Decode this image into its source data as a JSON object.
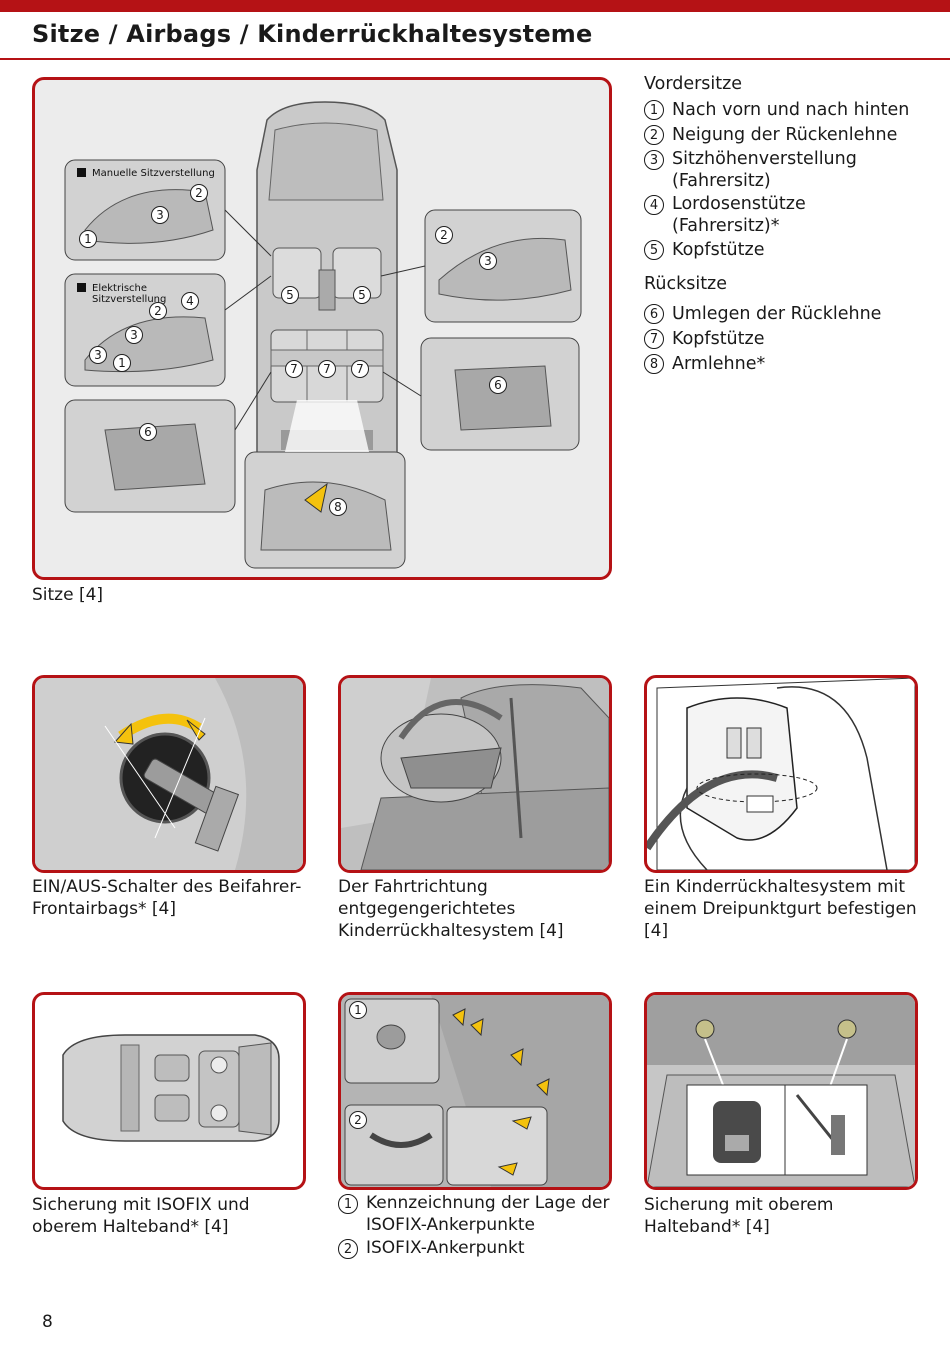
{
  "header": {
    "title": "Sitze / Airbags / Kinderrückhaltesysteme"
  },
  "seats_figure": {
    "caption": "Sitze [4]",
    "labels": {
      "manual": "Manuelle Sitzverstellung",
      "electric_1": "Elektrische",
      "electric_2": "Sitzverstellung"
    },
    "n1": "1",
    "n2": "2",
    "n3": "3",
    "n4": "4",
    "n5": "5",
    "n6": "6",
    "n7": "7",
    "n8": "8"
  },
  "legend": {
    "front_heading": "Vordersitze",
    "front": [
      {
        "n": "1",
        "text": "Nach vorn und nach hinten"
      },
      {
        "n": "2",
        "text": "Neigung der Rückenlehne"
      },
      {
        "n": "3",
        "text": "Sitzhöhenverstellung (Fahrersitz)"
      },
      {
        "n": "4",
        "text": "Lordosenstütze (Fahrersitz)*"
      },
      {
        "n": "5",
        "text": "Kopfstütze"
      }
    ],
    "rear_heading": "Rücksitze",
    "rear": [
      {
        "n": "6",
        "text": "Umlegen der Rücklehne"
      },
      {
        "n": "7",
        "text": "Kopfstütze"
      },
      {
        "n": "8",
        "text": "Armlehne*"
      }
    ]
  },
  "panels": {
    "airbag": {
      "caption": "EIN/AUS-Schalter des Beifahrer-Frontairbags* [4]"
    },
    "rearfacing": {
      "caption": "Der Fahrtrichtung entgegengerichtetes Kinderrückhaltesystem [4]"
    },
    "threepoint": {
      "caption": "Ein Kinderrückhaltesystem mit einem Dreipunktgurt befestigen [4]"
    },
    "isofix_tether": {
      "caption": "Sicherung mit ISOFIX und oberem Halteband* [4]"
    },
    "isofix_points": {
      "n1": "1",
      "n2": "2",
      "items": [
        {
          "n": "1",
          "text": "Kennzeichnung der Lage der ISOFIX-Ankerpunkte"
        },
        {
          "n": "2",
          "text": "ISOFIX-Ankerpunkt"
        }
      ]
    },
    "top_tether": {
      "caption": "Sicherung mit oberem Halteband* [4]"
    }
  },
  "footer": {
    "page": "8"
  }
}
